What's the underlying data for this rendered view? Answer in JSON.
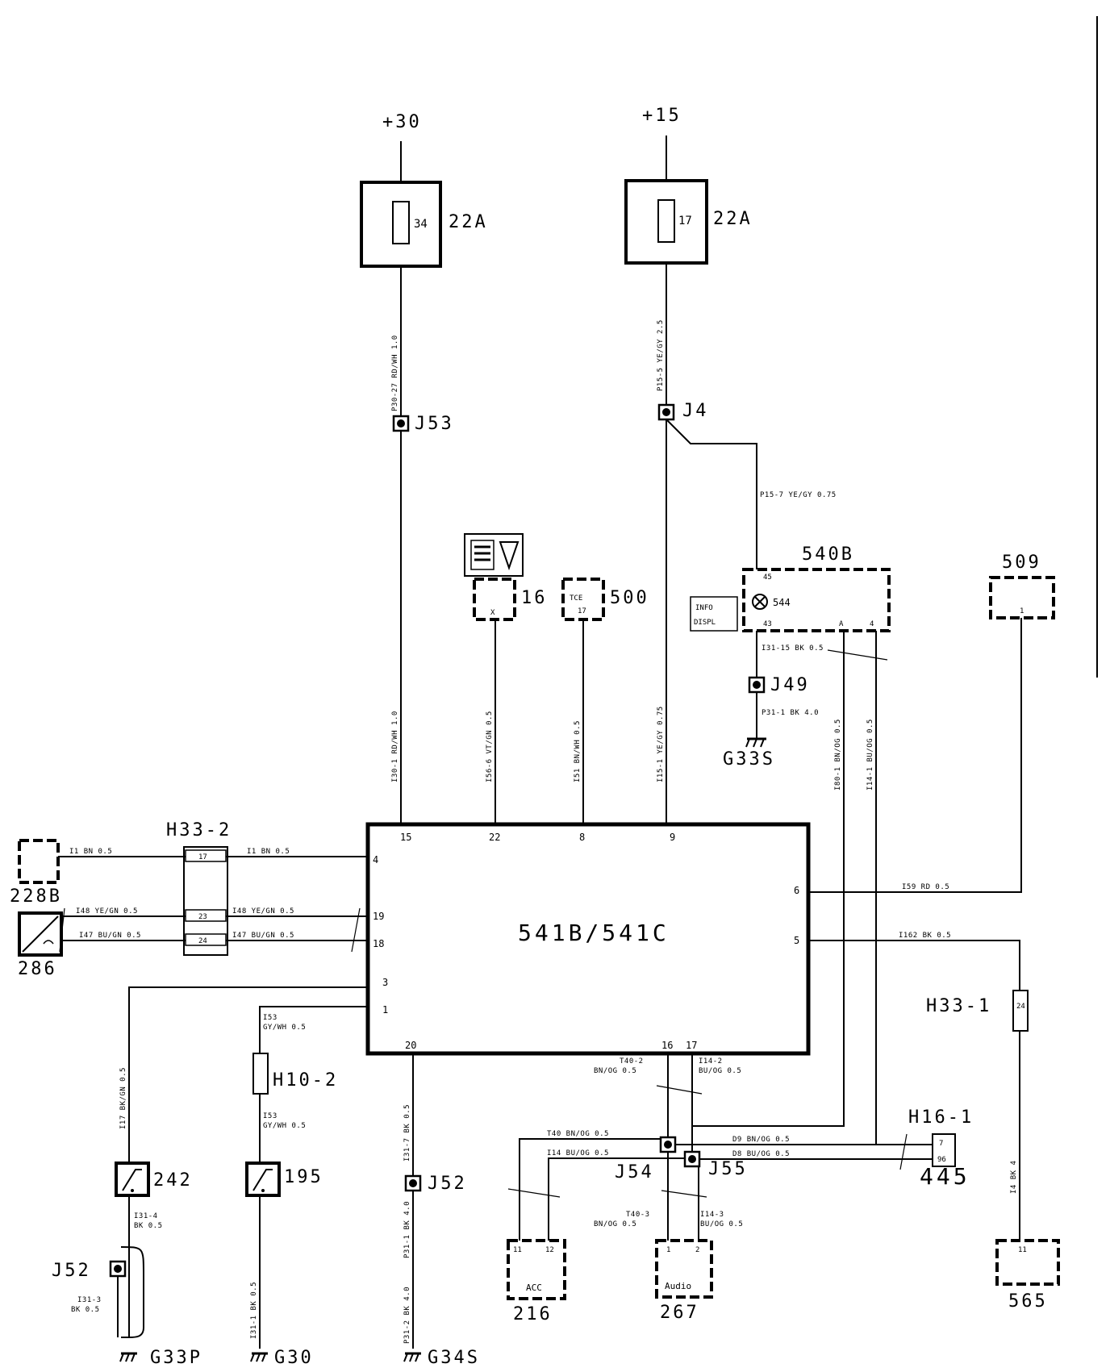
{
  "supplies": {
    "plus30": "+30",
    "plus15": "+15"
  },
  "fuses": {
    "left": {
      "label": "22A",
      "number": "34"
    },
    "right": {
      "label": "22A",
      "number": "17"
    }
  },
  "ecu": {
    "label": "541B/541C"
  },
  "splices": {
    "j53": "J53",
    "j4": "J4",
    "j49": "J49",
    "j52a": "J52",
    "j52b": "J52",
    "j54": "J54",
    "j55": "J55"
  },
  "connectors": {
    "h33_2": "H33-2",
    "h33_1": "H33-1",
    "h10_2": "H10-2",
    "h16_1": "H16-1"
  },
  "components": {
    "c228b": "228B",
    "c286": "286",
    "c16": "16",
    "c500": "500",
    "c540b": "540B",
    "c544": "544",
    "c509": "509",
    "c242": "242",
    "c195": "195",
    "c216": "216",
    "c267": "267",
    "c445": "445",
    "c565": "565",
    "acc_text": "ACC",
    "audio_text": "Audio"
  },
  "grounds": {
    "g33s": "G33S",
    "g33p": "G33P",
    "g30": "G30",
    "g34s": "G34S"
  },
  "wires": {
    "p30_27": "P30-27 RD/WH 1.0",
    "p15_5": "P15-5 YE/GY 2.5",
    "p15_7": "P15-7 YE/GY 0.75",
    "i30_1": "I30-1 RD/WH 1.0",
    "i56_6": "I56-6 VT/GN 0.5",
    "i51": "I51 BN/WH 0.5",
    "i15_1": "I15-1 YE/GY 0.75",
    "i31_15": "I31-15 BK 0.5",
    "p31_1": "P31-1 BK 4.0",
    "i80_1": "I80-1 BN/OG 0.5",
    "i14_1": "I14-1 BU/OG 0.5",
    "i1_bn_left": "I1 BN 0.5",
    "i1_bn_right": "I1 BN 0.5",
    "i48_left": "I48 YE/GN 0.5",
    "i48_right": "I48 YE/GN 0.5",
    "i47_left": "I47 BU/GN 0.5",
    "i47_right": "I47 BU/GN 0.5",
    "i59_rd": "I59 RD 0.5",
    "i162_bk": "I162 BK 0.5",
    "i17": "I17 BK/GN 0.5",
    "i53_a1": "I53",
    "i53_a2": "GY/WH 0.5",
    "i53_b1": "I53",
    "i53_b2": "GY/WH 0.5",
    "i31_7": "I31-7 BK 0.5",
    "i31_4a": "I31-4",
    "i31_4b": "BK 0.5",
    "i31_3a": "I31-3",
    "i31_3b": "BK 0.5",
    "i31_1": "I31-1 BK 0.5",
    "p31_2": "P31-2 BK 4.0",
    "t40_2a": "T40-2",
    "t40_2b": "BN/OG 0.5",
    "i14_2a": "I14-2",
    "i14_2b": "BU/OG 0.5",
    "t40_mid": "T40 BN/OG 0.5",
    "i14_mid": "I14 BU/OG 0.5",
    "d9_bn": "D9 BN/OG 0.5",
    "d8_bu": "D8 BU/OG 0.5",
    "t40_3a": "T40-3",
    "t40_3b": "BN/OG 0.5",
    "i14_3a": "I14-3",
    "i14_3b": "BU/OG 0.5",
    "i4_565": "I4 BK 4"
  },
  "pins": {
    "ecu_15": "15",
    "ecu_22": "22",
    "ecu_8": "8",
    "ecu_9": "9",
    "ecu_4": "4",
    "ecu_19": "19",
    "ecu_18": "18",
    "ecu_3": "3",
    "ecu_1": "1",
    "ecu_20": "20",
    "ecu_16": "16",
    "ecu_17": "17",
    "ecu_6": "6",
    "ecu_5": "5",
    "h33_17": "17",
    "h33_23": "23",
    "h33_24": "24",
    "h33_1_24": "24",
    "c540_45": "45",
    "c540_43": "43",
    "c540_a": "A",
    "c540_4": "4",
    "c216_11": "11",
    "c216_12": "12",
    "c267_1": "1",
    "c267_2": "2",
    "c445_7": "7",
    "c445_96": "96",
    "c565_11": "11",
    "c509_1": "1",
    "c16_x": "X",
    "c500_top": "TCE",
    "c500_bot": "17"
  },
  "legend_540": {
    "l1": "INFO",
    "l2": "DISPL"
  }
}
